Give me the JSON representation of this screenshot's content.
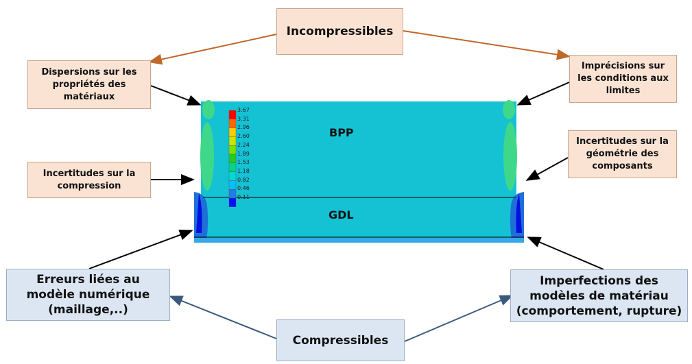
{
  "top_box": "Incompressibles",
  "bottom_box": "Compressibles",
  "left_top": "Dispersions sur les propriétés des matériaux",
  "left_mid": "Incertitudes sur la compression",
  "right_top": "Imprécisions sur les conditions aux limites",
  "right_mid": "Incertitudes sur la géométrie des composants",
  "left_bottom": "Erreurs liées au modèle numérique (maillage,..)",
  "right_bottom": "Imperfections des modèles de matériau (comportement, rupture)",
  "label_bpp": "BPP",
  "label_gdl": "GDL",
  "legend": {
    "values": [
      "3.67",
      "3.31",
      "2.96",
      "2.60",
      "2.24",
      "1.89",
      "1.53",
      "1.18",
      "0.82",
      "0.46",
      "0.11"
    ],
    "colors": [
      "#ff0000",
      "#ff6600",
      "#ffcc00",
      "#c8e600",
      "#7ee000",
      "#22cc22",
      "#00d48a",
      "#00d8d0",
      "#00c0ff",
      "#1f7fe8",
      "#0010ff"
    ]
  },
  "colors": {
    "orange_arrow": "#c0672a",
    "blue_arrow": "#3b5a7e",
    "model_cyan": "#14c2d4"
  }
}
